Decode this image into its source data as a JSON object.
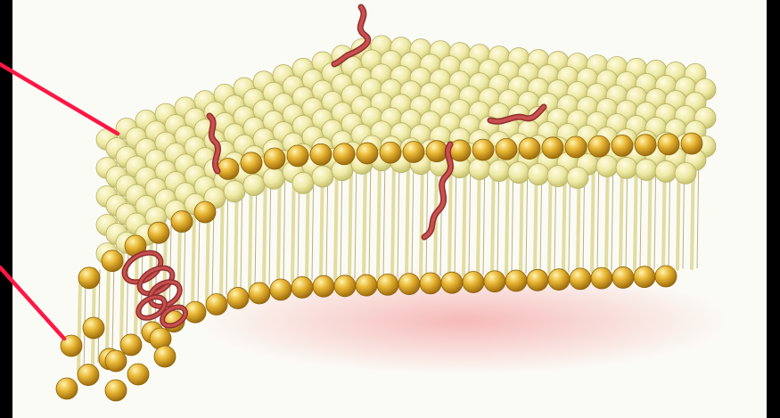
{
  "figure": {
    "subject": "phospholipid-bilayer-membrane",
    "colors": {
      "frame": "#000000",
      "background": "#fbfbf6",
      "head_surface": "#ecec9a",
      "head_edge": "#d9a31c",
      "tail": "#f3f0c2",
      "protein": "#c9504f",
      "leader": "#ff1744",
      "shadow": "#f6b7b7"
    },
    "icons": [
      "phospholipid-head",
      "fatty-acid-tail",
      "membrane-protein"
    ],
    "label_lines": 2
  }
}
